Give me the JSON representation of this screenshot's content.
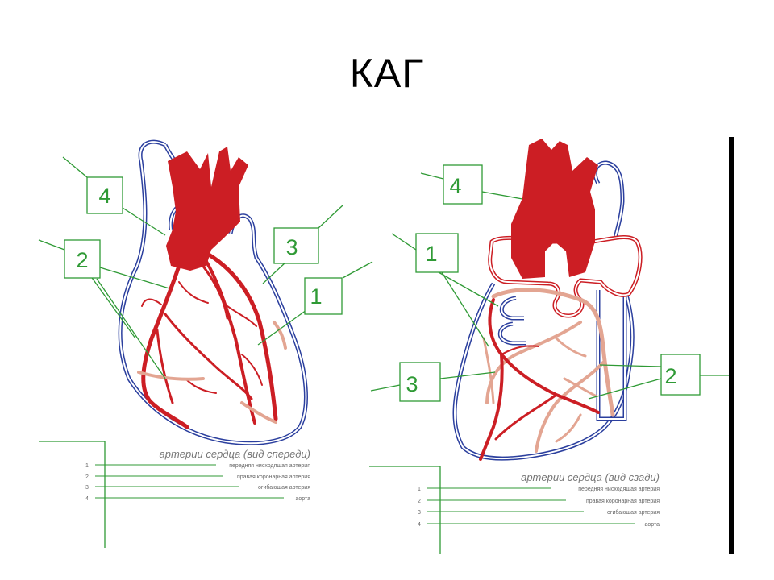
{
  "title": "КАГ",
  "colors": {
    "artery": "#cc1e24",
    "vessel_outline": "#2b3f9e",
    "branch_light": "#e3a592",
    "leader": "#2f9a35"
  },
  "anterior": {
    "caption": "артерии сердца (вид спереди)",
    "markers": [
      "4",
      "2",
      "3",
      "1"
    ],
    "legend": [
      {
        "num": "1",
        "text": "передняя нисходящая артерия"
      },
      {
        "num": "2",
        "text": "правая коронарная артерия"
      },
      {
        "num": "3",
        "text": "огибающая артерия"
      },
      {
        "num": "4",
        "text": "аорта"
      }
    ]
  },
  "posterior": {
    "caption": "артерии сердца (вид сзади)",
    "markers": [
      "4",
      "1",
      "3",
      "2"
    ],
    "legend": [
      {
        "num": "1",
        "text": "передняя нисходящая артерия"
      },
      {
        "num": "2",
        "text": "правая коронарная артерия"
      },
      {
        "num": "3",
        "text": "огибающая артерия"
      },
      {
        "num": "4",
        "text": "аорта"
      }
    ]
  }
}
